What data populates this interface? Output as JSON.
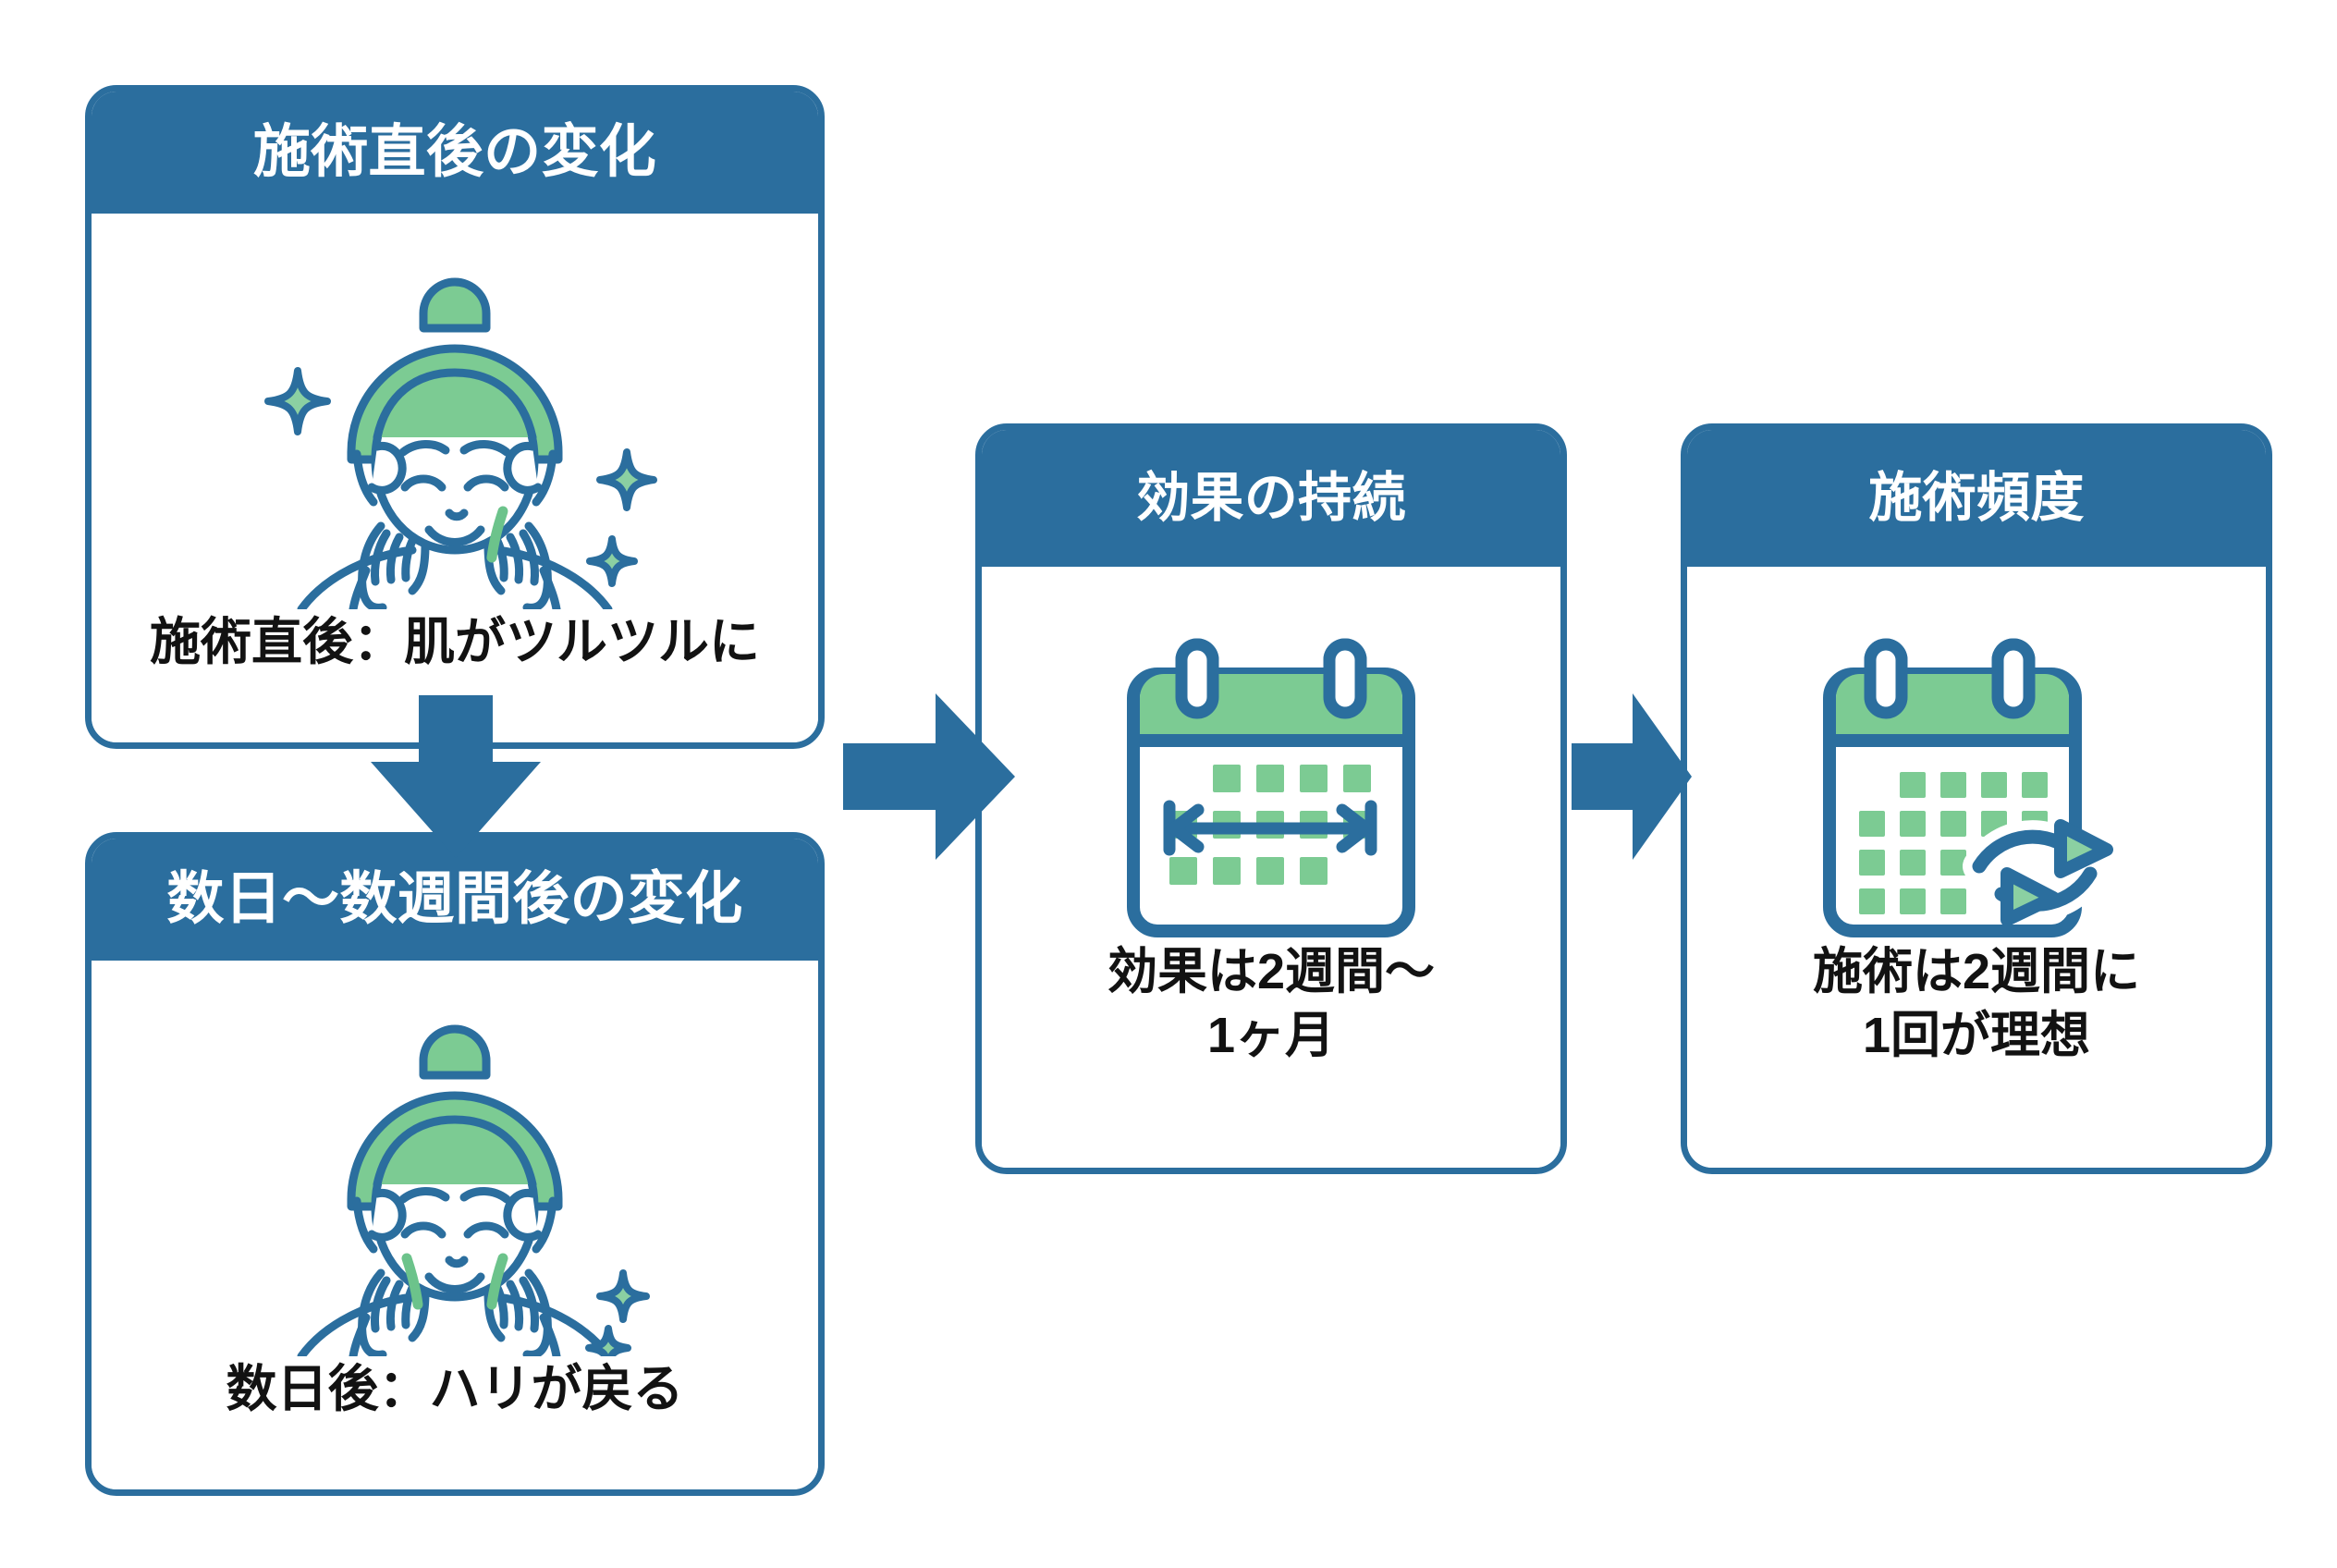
{
  "theme": {
    "blue": "#2B6E9E",
    "blue_dark": "#245F8A",
    "green": "#6CC38B",
    "green_light": "#8BD0A2",
    "text": "#121212",
    "background": "#FFFFFF"
  },
  "cards": [
    {
      "id": "immediate",
      "header": "施術直後の変化",
      "caption": "施術直後：肌がツルツルに",
      "icon": "smiling-woman-touching-face-with-sparkles-icon"
    },
    {
      "id": "later",
      "header": "数日〜数週間後の変化",
      "caption": "数日後：ハリが戻る",
      "icon": "smiling-woman-touching-face-with-sparkles-icon"
    },
    {
      "id": "duration",
      "header": "効果の持続",
      "caption": "効果は2週間〜\n1ヶ月",
      "icon": "calendar-with-span-arrow-icon"
    },
    {
      "id": "frequency",
      "header": "施術頻度",
      "caption": "施術は2週間に\n1回が理想",
      "icon": "calendar-with-repeat-arrow-icon"
    }
  ],
  "connectors": [
    {
      "id": "down-1to2",
      "icon": "arrow-down-icon",
      "from": "immediate",
      "to": "later"
    },
    {
      "id": "right-2to3",
      "icon": "arrow-right-icon",
      "from": "later",
      "to": "duration"
    },
    {
      "id": "right-3to4",
      "icon": "arrow-right-icon",
      "from": "duration",
      "to": "frequency"
    }
  ]
}
